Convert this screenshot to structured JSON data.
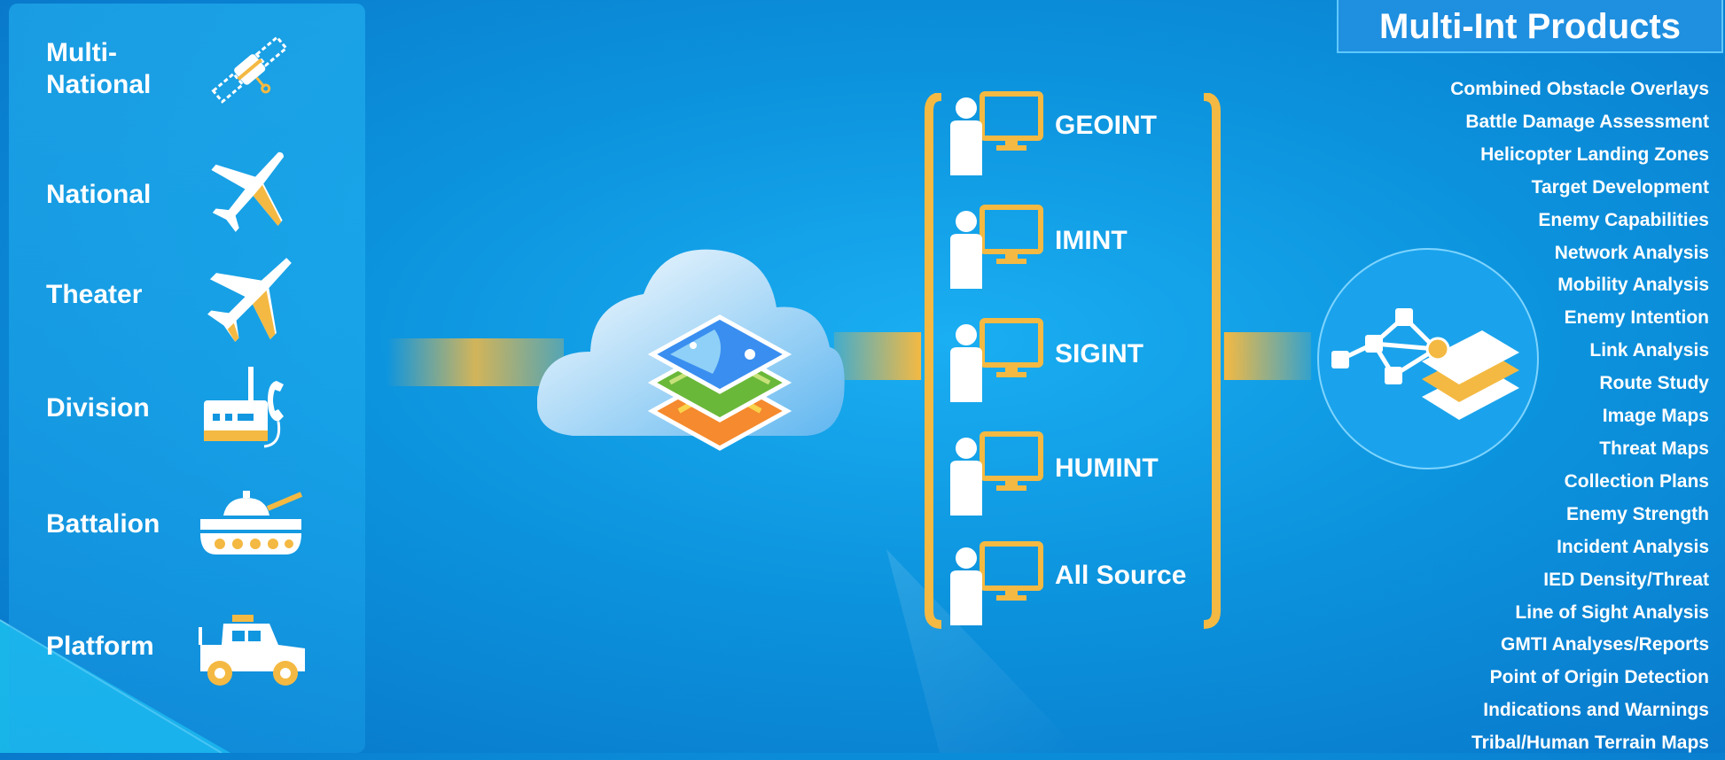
{
  "tiers": [
    {
      "label": "Multi-\nNational",
      "icon": "satellite-icon"
    },
    {
      "label": "National",
      "icon": "aircraft-icon"
    },
    {
      "label": "Theater",
      "icon": "fighter-jet-icon"
    },
    {
      "label": "Division",
      "icon": "radio-phone-icon"
    },
    {
      "label": "Battalion",
      "icon": "tank-icon"
    },
    {
      "label": "Platform",
      "icon": "humvee-icon"
    }
  ],
  "cloud": {
    "icon": "cloud-map-layers-icon"
  },
  "disciplines": [
    {
      "label": "GEOINT",
      "icon": "analyst-workstation-icon"
    },
    {
      "label": "IMINT",
      "icon": "analyst-workstation-icon"
    },
    {
      "label": "SIGINT",
      "icon": "analyst-workstation-icon"
    },
    {
      "label": "HUMINT",
      "icon": "analyst-workstation-icon"
    },
    {
      "label": "All Source",
      "icon": "analyst-workstation-icon"
    }
  ],
  "products": {
    "title": "Multi-Int Products",
    "icon": "network-layers-icon",
    "items": [
      "Combined Obstacle Overlays",
      "Battle Damage Assessment",
      "Helicopter Landing Zones",
      "Target Development",
      "Enemy Capabilities",
      "Network Analysis",
      "Mobility Analysis",
      "Enemy Intention",
      "Link Analysis",
      "Route Study",
      "Image Maps",
      "Threat Maps",
      "Collection Plans",
      "Enemy Strength",
      "Incident Analysis",
      "IED Density/Threat",
      "Line of Sight Analysis",
      "GMTI Analyses/Reports",
      "Point of Origin Detection",
      "Indications and Warnings",
      "Tribal/Human Terrain Maps"
    ]
  },
  "colors": {
    "accent": "#f4b942",
    "background": "#0c93dd",
    "text": "#ffffff"
  }
}
